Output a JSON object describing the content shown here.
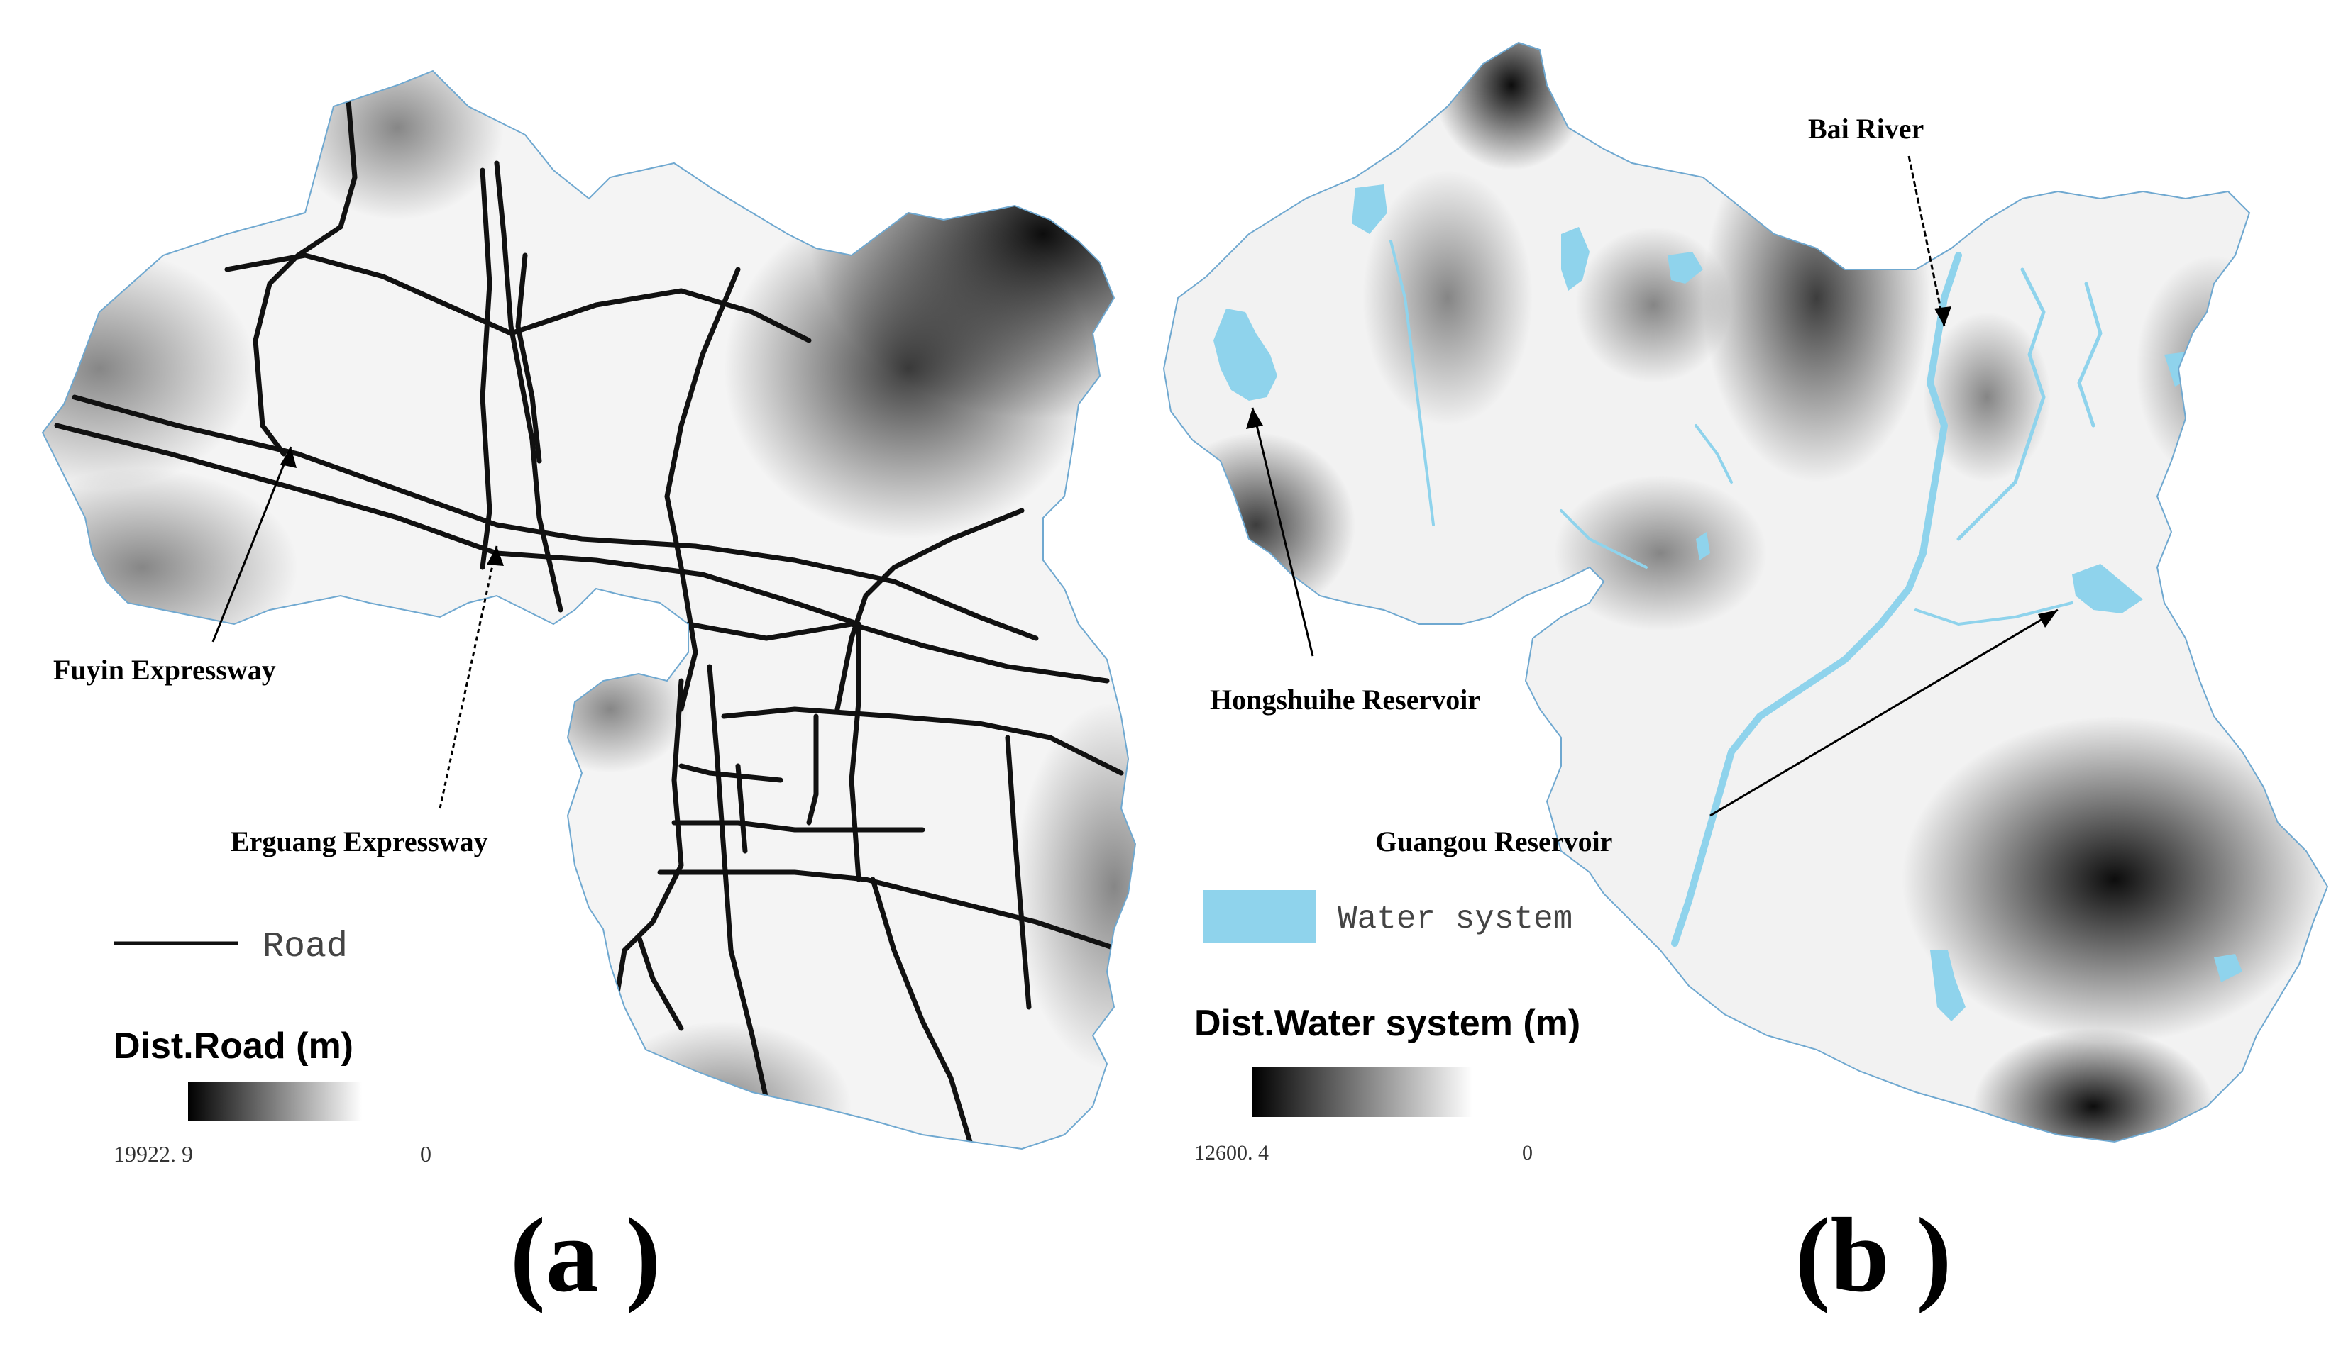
{
  "panel_a": {
    "label": "(a )",
    "annotations": {
      "fuyin": "Fuyin Expressway",
      "erguang": "Erguang Expressway"
    },
    "legend": {
      "road_label": "Road",
      "ramp_title": "Dist.Road (m)",
      "ramp_max": "19922. 9",
      "ramp_min": "0"
    }
  },
  "panel_b": {
    "label": "(b )",
    "annotations": {
      "bai_river": "Bai River",
      "hongshuihe": "Hongshuihe Reservoir",
      "guangou": "Guangou Reservoir"
    },
    "legend": {
      "water_label": "Water system",
      "ramp_title": "Dist.Water system (m)",
      "ramp_max": "12600. 4",
      "ramp_min": "0"
    }
  },
  "colors": {
    "water": "#8fd3ec",
    "road": "#111111",
    "ramp_far": "#000000",
    "ramp_near": "#ffffff",
    "outline": "#6fa8d0"
  }
}
